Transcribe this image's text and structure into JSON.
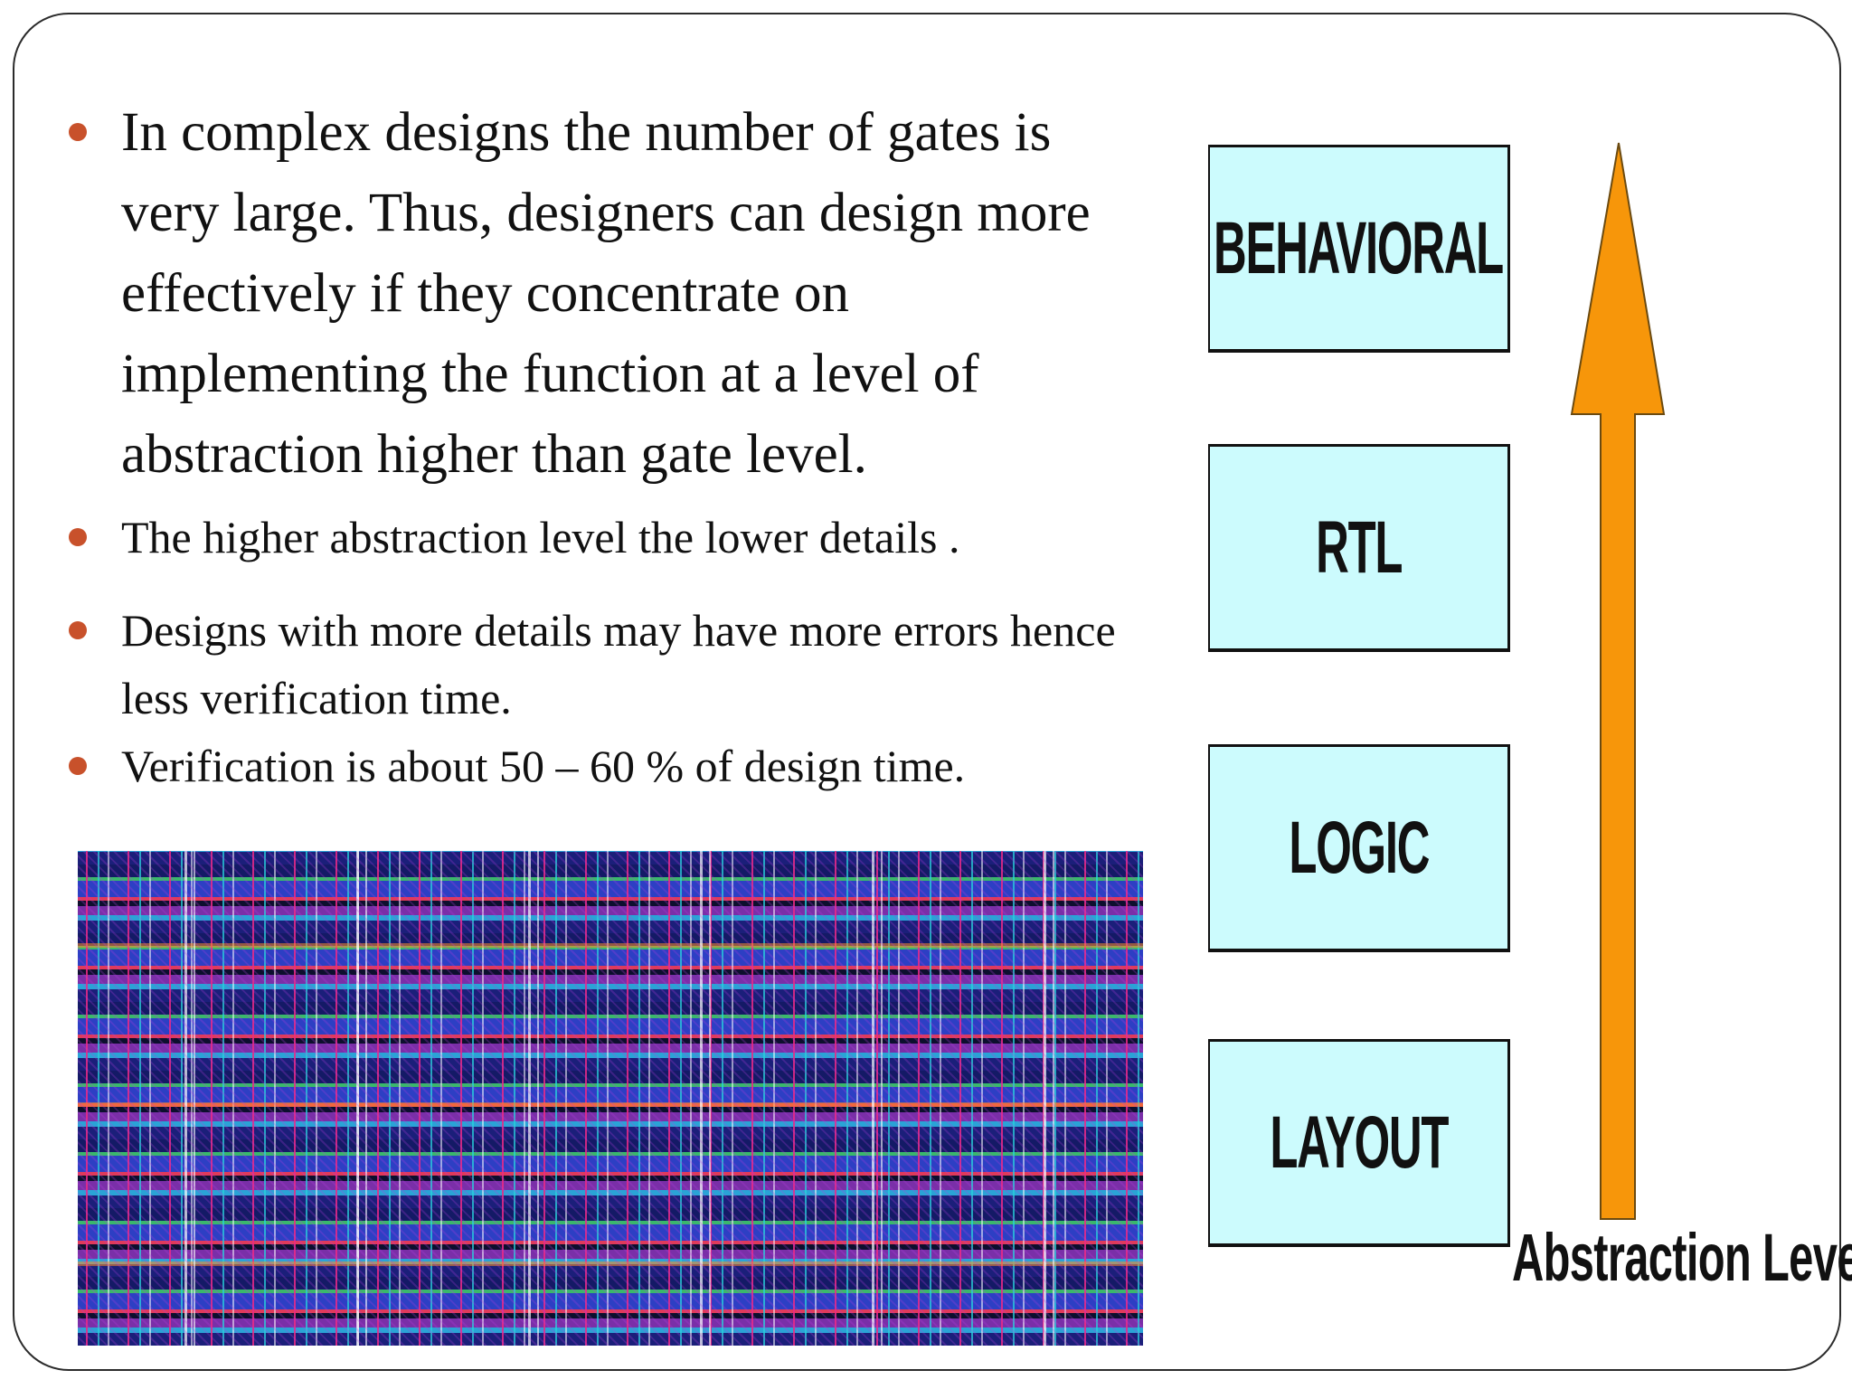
{
  "bullets": [
    "In complex designs the number of gates is very large. Thus, designers can design more effectively if they concentrate on implementing the function at a level of abstraction higher than gate level.",
    "The higher abstraction level the lower details .",
    "Designs with more details may have more errors hence less verification time.",
    "Verification is about 50 – 60 %  of design time."
  ],
  "abstraction_levels": [
    "BEHAVIORAL",
    "RTL",
    "LOGIC",
    "LAYOUT"
  ],
  "axis_label": "Abstraction Level",
  "colors": {
    "bullet": "#c8512b",
    "level_box_fill": "#ccfbfd",
    "arrow_fill": "#f7960a"
  },
  "images": {
    "layout_image": "chip-layout-image"
  }
}
